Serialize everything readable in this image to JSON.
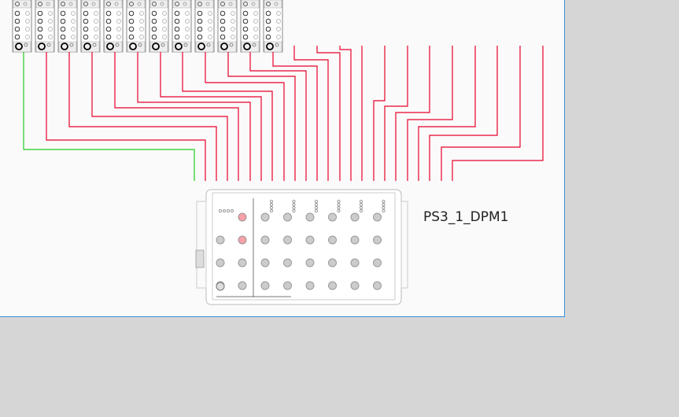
{
  "device_label": "PS3_1_DPM1",
  "colors": {
    "wire": "#e8002a",
    "wire_active": "#22cc22",
    "port_highlight": "#f6a0a8",
    "sheet_border": "#3a8fd8"
  },
  "io_module_count": 12,
  "wire_count": 24,
  "dpm_port_count": 28
}
